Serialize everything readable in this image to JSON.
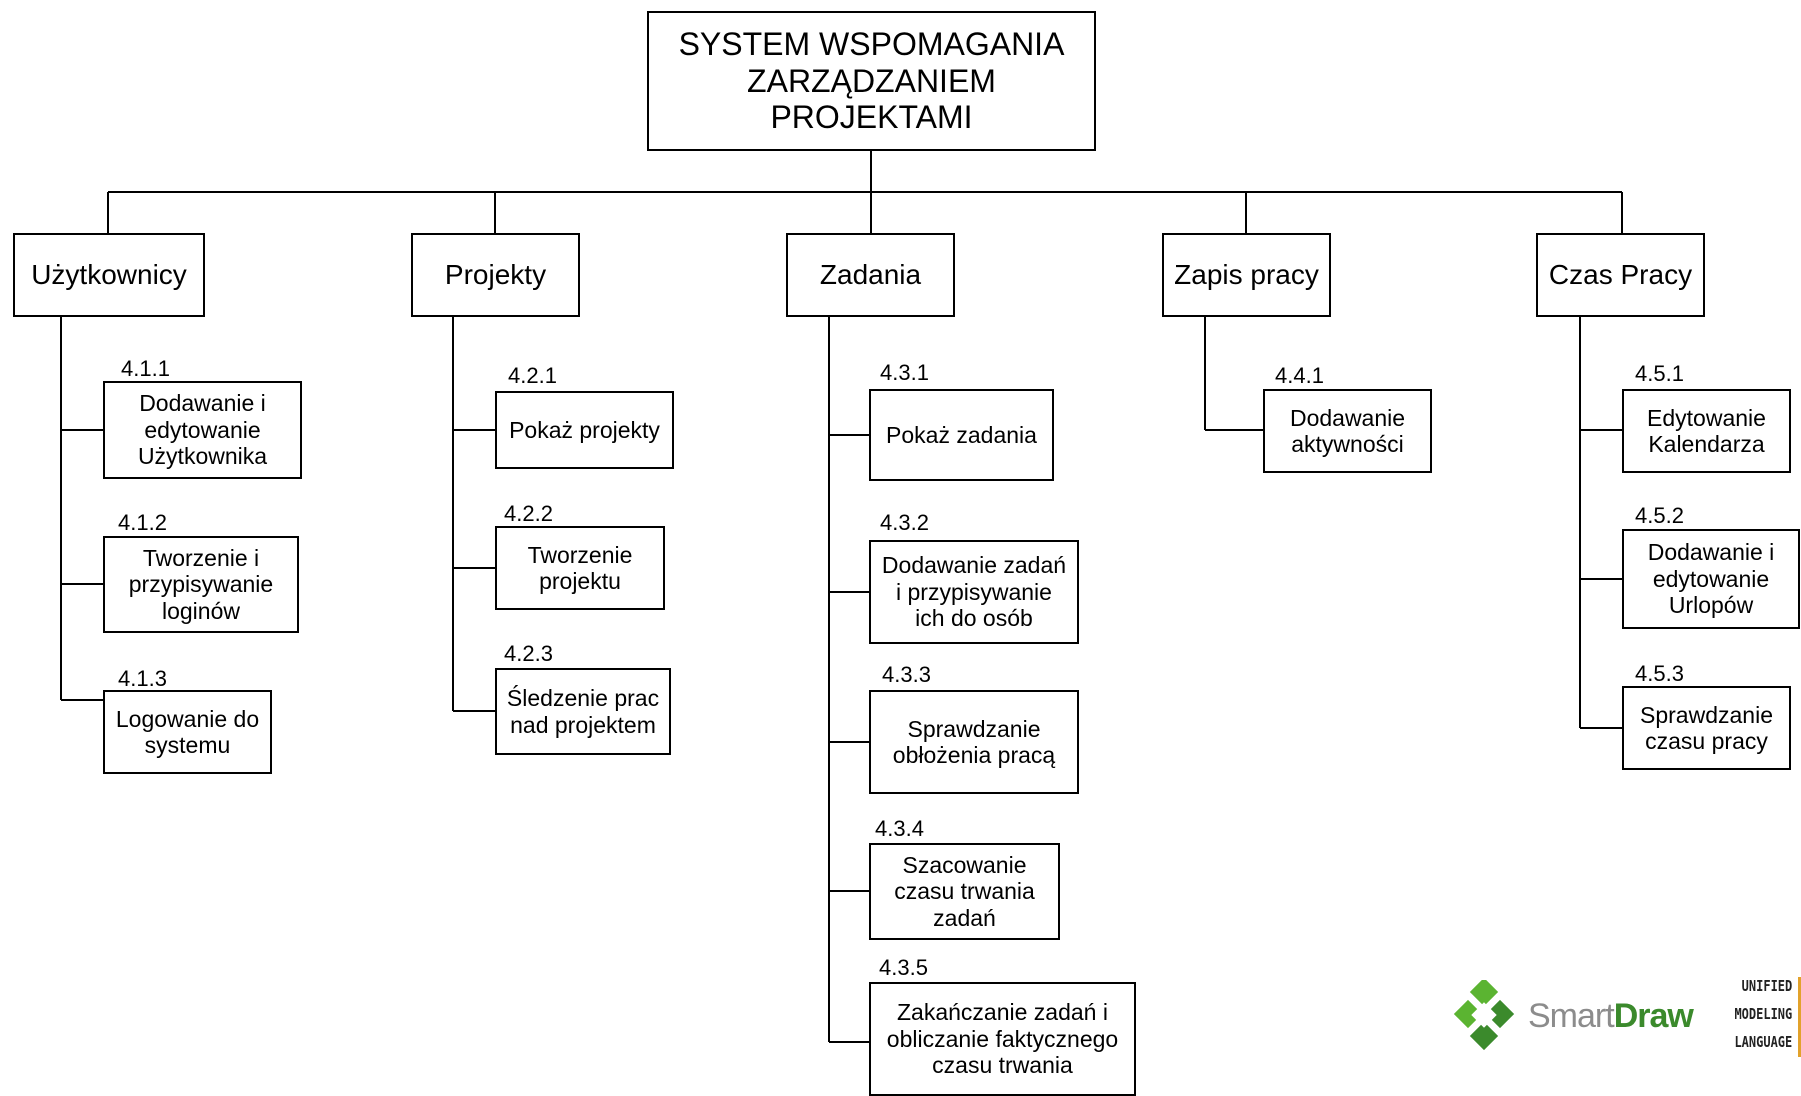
{
  "root": {
    "label": "SYSTEM WSPOMAGANIA\nZARZĄDZANIEM\nPROJEKTAMI"
  },
  "categories": [
    {
      "label": "Użytkownicy",
      "items": [
        {
          "code": "4.1.1",
          "label": "Dodawanie i\nedytowanie\nUżytkownika"
        },
        {
          "code": "4.1.2",
          "label": "Tworzenie i\nprzypisywanie\nloginów"
        },
        {
          "code": "4.1.3",
          "label": "Logowanie do\nsystemu"
        }
      ]
    },
    {
      "label": "Projekty",
      "items": [
        {
          "code": "4.2.1",
          "label": "Pokaż projekty"
        },
        {
          "code": "4.2.2",
          "label": "Tworzenie\nprojektu"
        },
        {
          "code": "4.2.3",
          "label": "Śledzenie prac\nnad projektem"
        }
      ]
    },
    {
      "label": "Zadania",
      "items": [
        {
          "code": "4.3.1",
          "label": "Pokaż zadania"
        },
        {
          "code": "4.3.2",
          "label": "Dodawanie zadań\ni przypisywanie\nich do osób"
        },
        {
          "code": "4.3.3",
          "label": "Sprawdzanie\nobłożenia pracą"
        },
        {
          "code": "4.3.4",
          "label": "Szacowanie\nczasu trwania\nzadań"
        },
        {
          "code": "4.3.5",
          "label": "Zakańczanie zadań i\nobliczanie faktycznego\nczasu trwania"
        }
      ]
    },
    {
      "label": "Zapis pracy",
      "items": [
        {
          "code": "4.4.1",
          "label": "Dodawanie\naktywności"
        }
      ]
    },
    {
      "label": "Czas Pracy",
      "items": [
        {
          "code": "4.5.1",
          "label": "Edytowanie\nKalendarza"
        },
        {
          "code": "4.5.2",
          "label": "Dodawanie i\nedytowanie\nUrlopów"
        },
        {
          "code": "4.5.3",
          "label": "Sprawdzanie\nczasu pracy"
        }
      ]
    }
  ],
  "logo": {
    "smart": "Smart",
    "draw": "Draw"
  },
  "uml_logo": {
    "line1": "UNIFIED",
    "line2": "MODELING",
    "line3": "LANGUAGE"
  },
  "colors": {
    "line": "#000000",
    "smartdraw_green": "#5bb431",
    "smartdraw_green_dark": "#3b8a2c",
    "uml_accent": "#e2a22b"
  }
}
